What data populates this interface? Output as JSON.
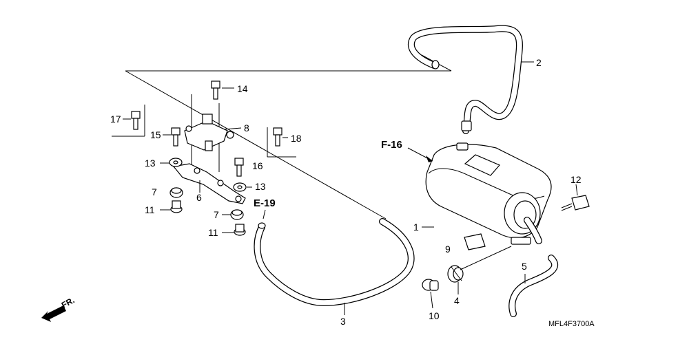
{
  "diagram_code": "MFL4F3700A",
  "front_label": "FR.",
  "references": {
    "f16": "F-16",
    "e19": "E-19"
  },
  "part_numbers": {
    "p1": "1",
    "p2": "2",
    "p3": "3",
    "p4": "4",
    "p5": "5",
    "p6": "6",
    "p7a": "7",
    "p7b": "7",
    "p8": "8",
    "p9": "9",
    "p10": "10",
    "p11a": "11",
    "p11b": "11",
    "p12": "12",
    "p13a": "13",
    "p13b": "13",
    "p14": "14",
    "p15": "15",
    "p16": "16",
    "p17": "17",
    "p18": "18"
  }
}
